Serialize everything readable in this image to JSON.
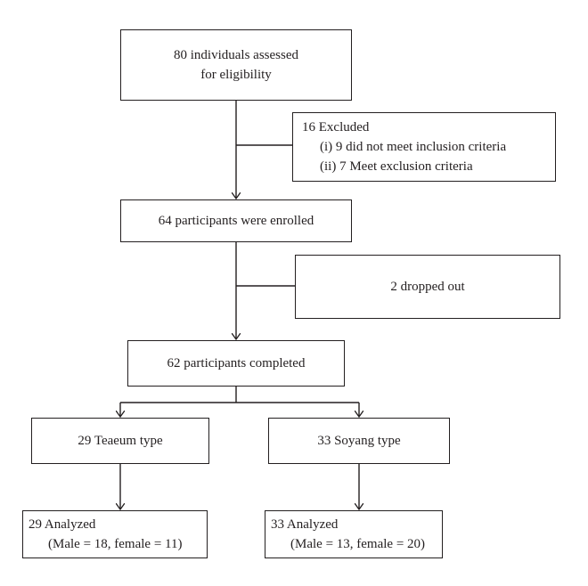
{
  "flow": {
    "assessed": {
      "line1": "80 individuals assessed",
      "line2": "for eligibility"
    },
    "excluded": {
      "title": "16 Excluded",
      "item1": "(i) 9 did not meet inclusion criteria",
      "item2": "(ii) 7 Meet exclusion criteria"
    },
    "enrolled": {
      "text": "64 participants were enrolled"
    },
    "dropped": {
      "text": "2 dropped out"
    },
    "completed": {
      "text": "62 participants completed"
    },
    "taeeum": {
      "type": "29 Teaeum type",
      "analyzed": "29 Analyzed",
      "detail": "(Male = 18, female = 11)"
    },
    "soyang": {
      "type": "33 Soyang type",
      "analyzed": "33 Analyzed",
      "detail": "(Male = 13, female = 20)"
    }
  },
  "colors": {
    "stroke": "#231f20",
    "background": "#ffffff"
  }
}
